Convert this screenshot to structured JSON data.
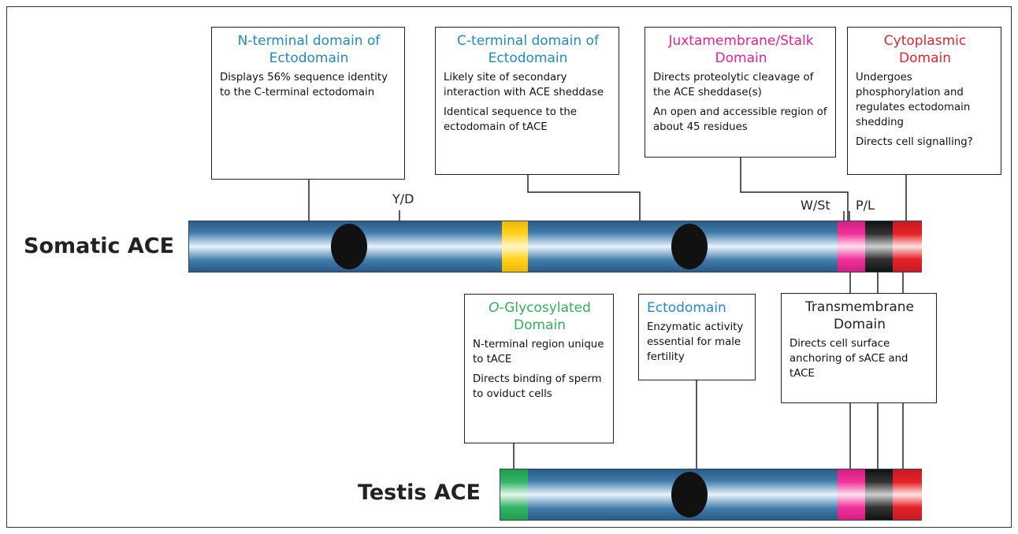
{
  "rows": {
    "somatic": "Somatic ACE",
    "testis": "Testis ACE"
  },
  "residue_labels": {
    "yd": "Y/D",
    "wst": "W/St",
    "pl": "P/L"
  },
  "boxes": {
    "n_term": {
      "title_a": "N-terminal domain of",
      "title_b": "Ectodomain",
      "desc": [
        "Displays 56% sequence identity to the C-terminal ectodomain"
      ]
    },
    "c_term": {
      "title_a": "C-terminal domain of",
      "title_b": "Ectodomain",
      "desc": [
        "Likely site of secondary interaction with ACE sheddase",
        "Identical sequence to the ectodomain of tACE"
      ]
    },
    "juxta": {
      "title_a": "Juxtamembrane/Stalk",
      "title_b": "Domain",
      "desc": [
        "Directs proteolytic cleavage of the ACE sheddase(s)",
        "An open and accessible region of about 45 residues"
      ]
    },
    "cyto": {
      "title_a": "Cytoplasmic",
      "title_b": "Domain",
      "desc": [
        "Undergoes phosphorylation and regulates ectodomain shedding",
        "Directs cell signalling?"
      ]
    },
    "oglyc": {
      "title_italic": "O",
      "title_rest": "-Glycosylated",
      "title_b": "Domain",
      "desc": [
        "N-terminal region unique to tACE",
        "Directs binding of sperm to oviduct cells"
      ]
    },
    "ecto": {
      "title": "Ectodomain",
      "desc": [
        "Enzymatic activity essential for male fertility"
      ]
    },
    "tm": {
      "title_a": "Transmembrane",
      "title_b": "Domain",
      "desc": [
        "Directs cell surface anchoring of sACE and tACE"
      ]
    }
  },
  "colors": {
    "ectodomain_title": "#1f8ac8",
    "juxta_title": "#e8218c",
    "cyto_title": "#e3242b",
    "oglyc_title": "#2fb35c",
    "tm_title": "#222222",
    "yellow_segment": "#ffd21f",
    "pink_segment": "#f0339a",
    "black_segment": "#222222",
    "red_segment": "#e52229",
    "green_segment": "#35b567"
  }
}
